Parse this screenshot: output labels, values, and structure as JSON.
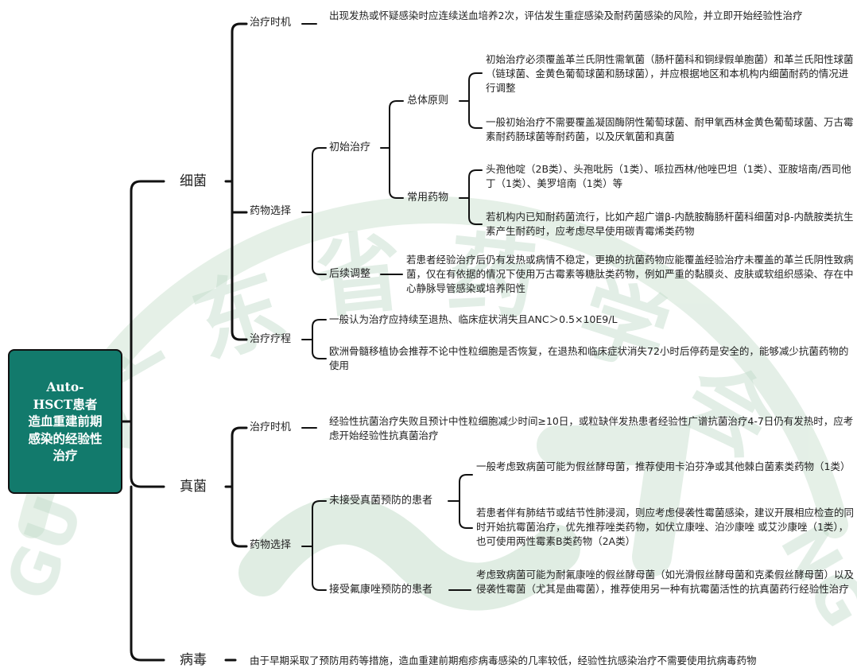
{
  "root": "Auto-HSCT患者造血重建前期感染的经验性治疗",
  "watermark": {
    "color": "#bfd9c7",
    "chars": [
      "广",
      "东",
      "省",
      "药",
      "学",
      "会"
    ],
    "latin_left": "GU",
    "latin_right": "NG"
  },
  "colors": {
    "root_fill": "#127a6c",
    "line": "#111111"
  },
  "bacteria": {
    "label": "细菌",
    "timing": {
      "label": "治疗时机",
      "text": "出现发热或怀疑感染时应连续送血培养2次，评估发生重症感染及耐药菌感染的风险，并立即开始经验性治疗"
    },
    "drug": {
      "label": "药物选择",
      "initial": {
        "label": "初始治疗",
        "principle": {
          "label": "总体原则",
          "items": [
            "初始治疗必须覆盖革兰氏阴性需氧菌（肠杆菌科和铜绿假单胞菌）和革兰氏阳性球菌（链球菌、金黄色葡萄球菌和肠球菌），并应根据地区和本机构内细菌耐药的情况进行调整",
            "一般初始治疗不需要覆盖凝固酶阴性葡萄球菌、耐甲氧西林金黄色葡萄球菌、万古霉素耐药肠球菌等耐药菌，以及厌氧菌和真菌"
          ]
        },
        "common": {
          "label": "常用药物",
          "items": [
            "头孢他啶（2B类）、头孢吡肟（1类）、哌拉西林/他唑巴坦（1类）、亚胺培南/西司他丁（1类）、美罗培南（1类）等",
            "若机构内已知耐药菌流行，比如产超广谱β-内酰胺酶肠杆菌科细菌对β-内酰胺类抗生素产生耐药时，应考虑尽早使用碳青霉烯类药物"
          ]
        }
      },
      "followup": {
        "label": "后续调整",
        "text": "若患者经验治疗后仍有发热或病情不稳定，更换的抗菌药物应能覆盖经验治疗未覆盖的革兰氏阴性致病菌，仅在有依据的情况下使用万古霉素等糖肽类药物，例如严重的黏膜炎、皮肤或软组织感染、存在中心静脉导管感染或培养阳性"
      }
    },
    "course": {
      "label": "治疗疗程",
      "items": [
        "一般认为治疗应持续至退热、临床症状消失且ANC＞0.5×10E9/L",
        "欧洲骨髓移植协会推荐不论中性粒细胞是否恢复，在退热和临床症状消失72小时后停药是安全的，能够减少抗菌药物的使用"
      ]
    }
  },
  "fungi": {
    "label": "真菌",
    "timing": {
      "label": "治疗时机",
      "text": "经验性抗菌治疗失败且预计中性粒细胞减少时间≥10日，或粒缺伴发热患者经验性广谱抗菌治疗4-7日仍有发热时，应考虑开始经验性抗真菌治疗"
    },
    "drug": {
      "label": "药物选择",
      "no_prophylaxis": {
        "label": "未接受真菌预防的患者",
        "items": [
          "一般考虑致病菌可能为假丝酵母菌，推荐使用卡泊芬净或其他棘白菌素类药物（1类）",
          "若患者伴有肺结节或结节性肺浸润，则应考虑侵袭性霉菌感染，建议开展相应检查的同时开始抗霉菌治疗，优先推荐唑类药物，如伏立康唑、泊沙康唑 或艾沙康唑（1类），也可使用两性霉素B类药物（2A类）"
        ]
      },
      "fluconazole": {
        "label": "接受氟康唑预防的患者",
        "text": "考虑致病菌可能为耐氟康唑的假丝酵母菌（如光滑假丝酵母菌和克柔假丝酵母菌）以及侵袭性霉菌（尤其是曲霉菌），推荐使用另一种有抗霉菌活性的抗真菌药行经验性治疗"
      }
    }
  },
  "virus": {
    "label": "病毒",
    "text": "由于早期采取了预防用药等措施，造血重建前期疱疹病毒感染的几率较低，经验性抗感染治疗不需要使用抗病毒药物"
  }
}
